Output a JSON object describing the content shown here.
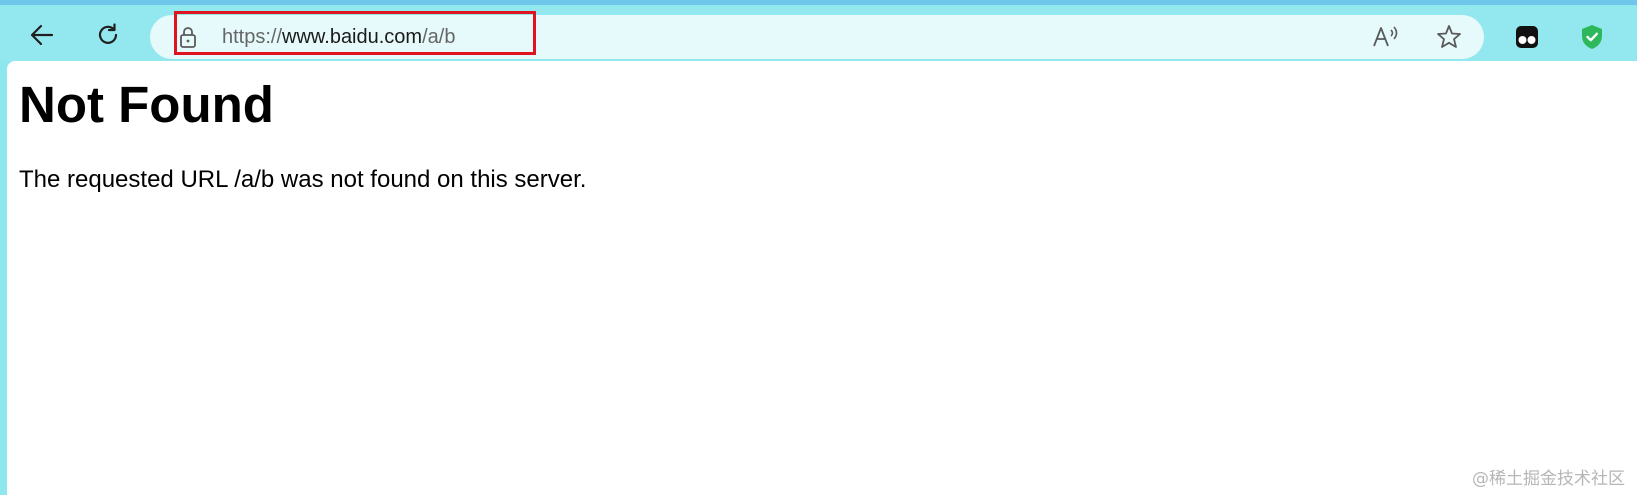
{
  "browser": {
    "address_bar": {
      "scheme": "https://",
      "host": "www.baidu.com",
      "path": "/a/b"
    },
    "icons": {
      "back": "back-arrow-icon",
      "reload": "reload-icon",
      "lock": "lock-icon",
      "read_aloud": "read-aloud-icon",
      "favorite": "star-icon",
      "extension_1": "tampermonkey-icon",
      "extension_2": "shield-check-icon"
    },
    "colors": {
      "toolbar": "#93e8ef",
      "address_bar": "#e6fafb",
      "highlight": "#e0141e",
      "shield": "#2eb85c"
    }
  },
  "page": {
    "heading": "Not Found",
    "message": "The requested URL /a/b was not found on this server."
  },
  "watermark": {
    "text": "@稀土掘金技术社区"
  }
}
